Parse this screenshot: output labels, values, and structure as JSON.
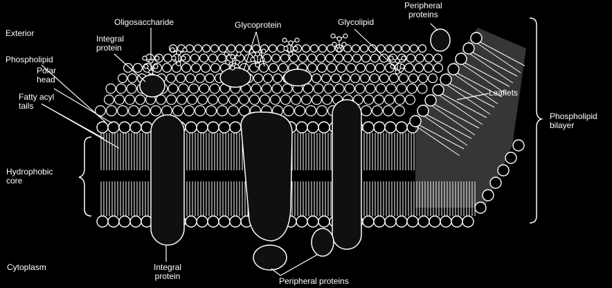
{
  "labels": {
    "exterior": "Exterior",
    "oligosaccharide": "Oligosaccharide",
    "integral_protein_top": "Integral\nprotein",
    "glycoprotein": "Glycoprotein",
    "glycolipid": "Glycolipid",
    "peripheral_proteins_top": "Peripheral\nproteins",
    "phospholipid": "Phospholipid",
    "polar_head": "Polar\nhead",
    "fatty_acyl_tails": "Fatty acyl\ntails",
    "leaflets": "Leaflets",
    "phospholipid_bilayer": "Phospholipid\nbilayer",
    "hydrophobic_core": "Hydrophobic\ncore",
    "cytoplasm": "Cytoplasm",
    "integral_protein_bottom": "Integral\nprotein",
    "peripheral_proteins_bottom": "Peripheral proteins"
  },
  "colors": {
    "background": "#000000",
    "line": "#ffffff",
    "protein_fill": "#101010"
  }
}
